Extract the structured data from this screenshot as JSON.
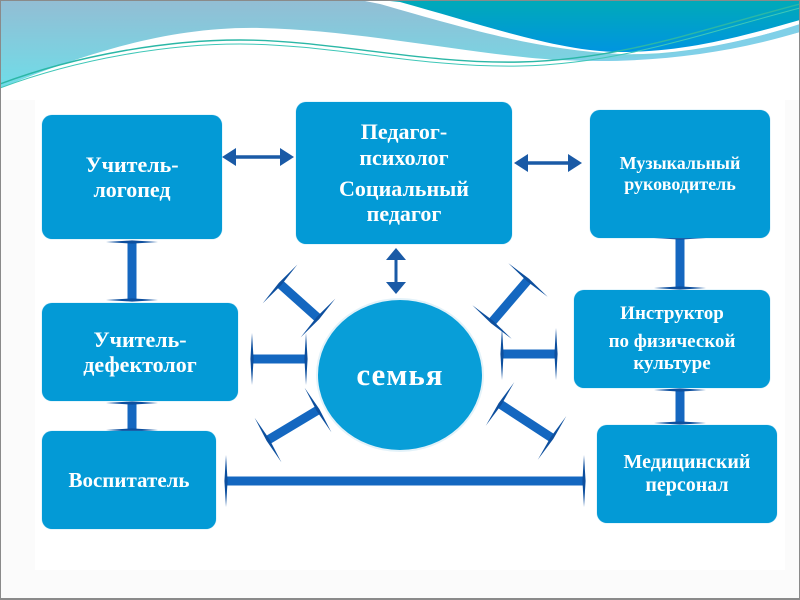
{
  "slide": {
    "background_color": "#ffffff",
    "wave_colors": [
      "#8ec6dc",
      "#00a3c4",
      "#0098dc",
      "#7fd6e8"
    ]
  },
  "colors": {
    "box_fill": "#039ad6",
    "box_text": "#ffffff",
    "connector": "#1467c0",
    "connector_dark": "#0d4f9e"
  },
  "diagram": {
    "center": {
      "label": "семья"
    },
    "boxes": {
      "speech_therapist": {
        "lines": [
          "Учитель-",
          "логопед"
        ]
      },
      "psychologist": {
        "lines": [
          "Педагог-",
          "психолог"
        ],
        "lines2": [
          "Социальный",
          "педагог"
        ]
      },
      "music_director": {
        "lines": [
          "Музыкальный",
          "руководитель"
        ]
      },
      "defectologist": {
        "lines": [
          "Учитель-",
          "дефектолог"
        ]
      },
      "pe_instructor": {
        "lines": [
          "Инструктор"
        ],
        "lines2": [
          "по физической",
          "культуре"
        ]
      },
      "educator": {
        "lines": [
          "Воспитатель"
        ]
      },
      "medical_staff": {
        "lines": [
          "Медицинский",
          "персонал"
        ]
      }
    },
    "connections": [
      {
        "from": "Учитель-логопед",
        "to": "Педагог-психолог / Социальный педагог",
        "type": "double-arrow"
      },
      {
        "from": "Педагог-психолог / Социальный педагог",
        "to": "Музыкальный руководитель",
        "type": "double-arrow"
      },
      {
        "from": "Педагог-психолог / Социальный педагог",
        "to": "семья",
        "type": "double-arrow"
      },
      {
        "from": "Учитель-логопед",
        "to": "Учитель-дефектолог",
        "type": "bar"
      },
      {
        "from": "Учитель-дефектолог",
        "to": "Воспитатель",
        "type": "bar"
      },
      {
        "from": "Музыкальный руководитель",
        "to": "Инструктор по физической культуре",
        "type": "bar"
      },
      {
        "from": "Инструктор по физической культуре",
        "to": "Медицинский персонал",
        "type": "bar"
      },
      {
        "from": "Воспитатель",
        "to": "Медицинский персонал",
        "type": "bar"
      },
      {
        "from": "семья",
        "to": "Учитель-логопед",
        "type": "bar"
      },
      {
        "from": "семья",
        "to": "Учитель-дефектолог",
        "type": "bar"
      },
      {
        "from": "семья",
        "to": "Воспитатель",
        "type": "bar"
      },
      {
        "from": "семья",
        "to": "Музыкальный руководитель",
        "type": "bar"
      },
      {
        "from": "семья",
        "to": "Инструктор по физической культуре",
        "type": "bar"
      },
      {
        "from": "семья",
        "to": "Медицинский персонал",
        "type": "bar"
      }
    ]
  }
}
